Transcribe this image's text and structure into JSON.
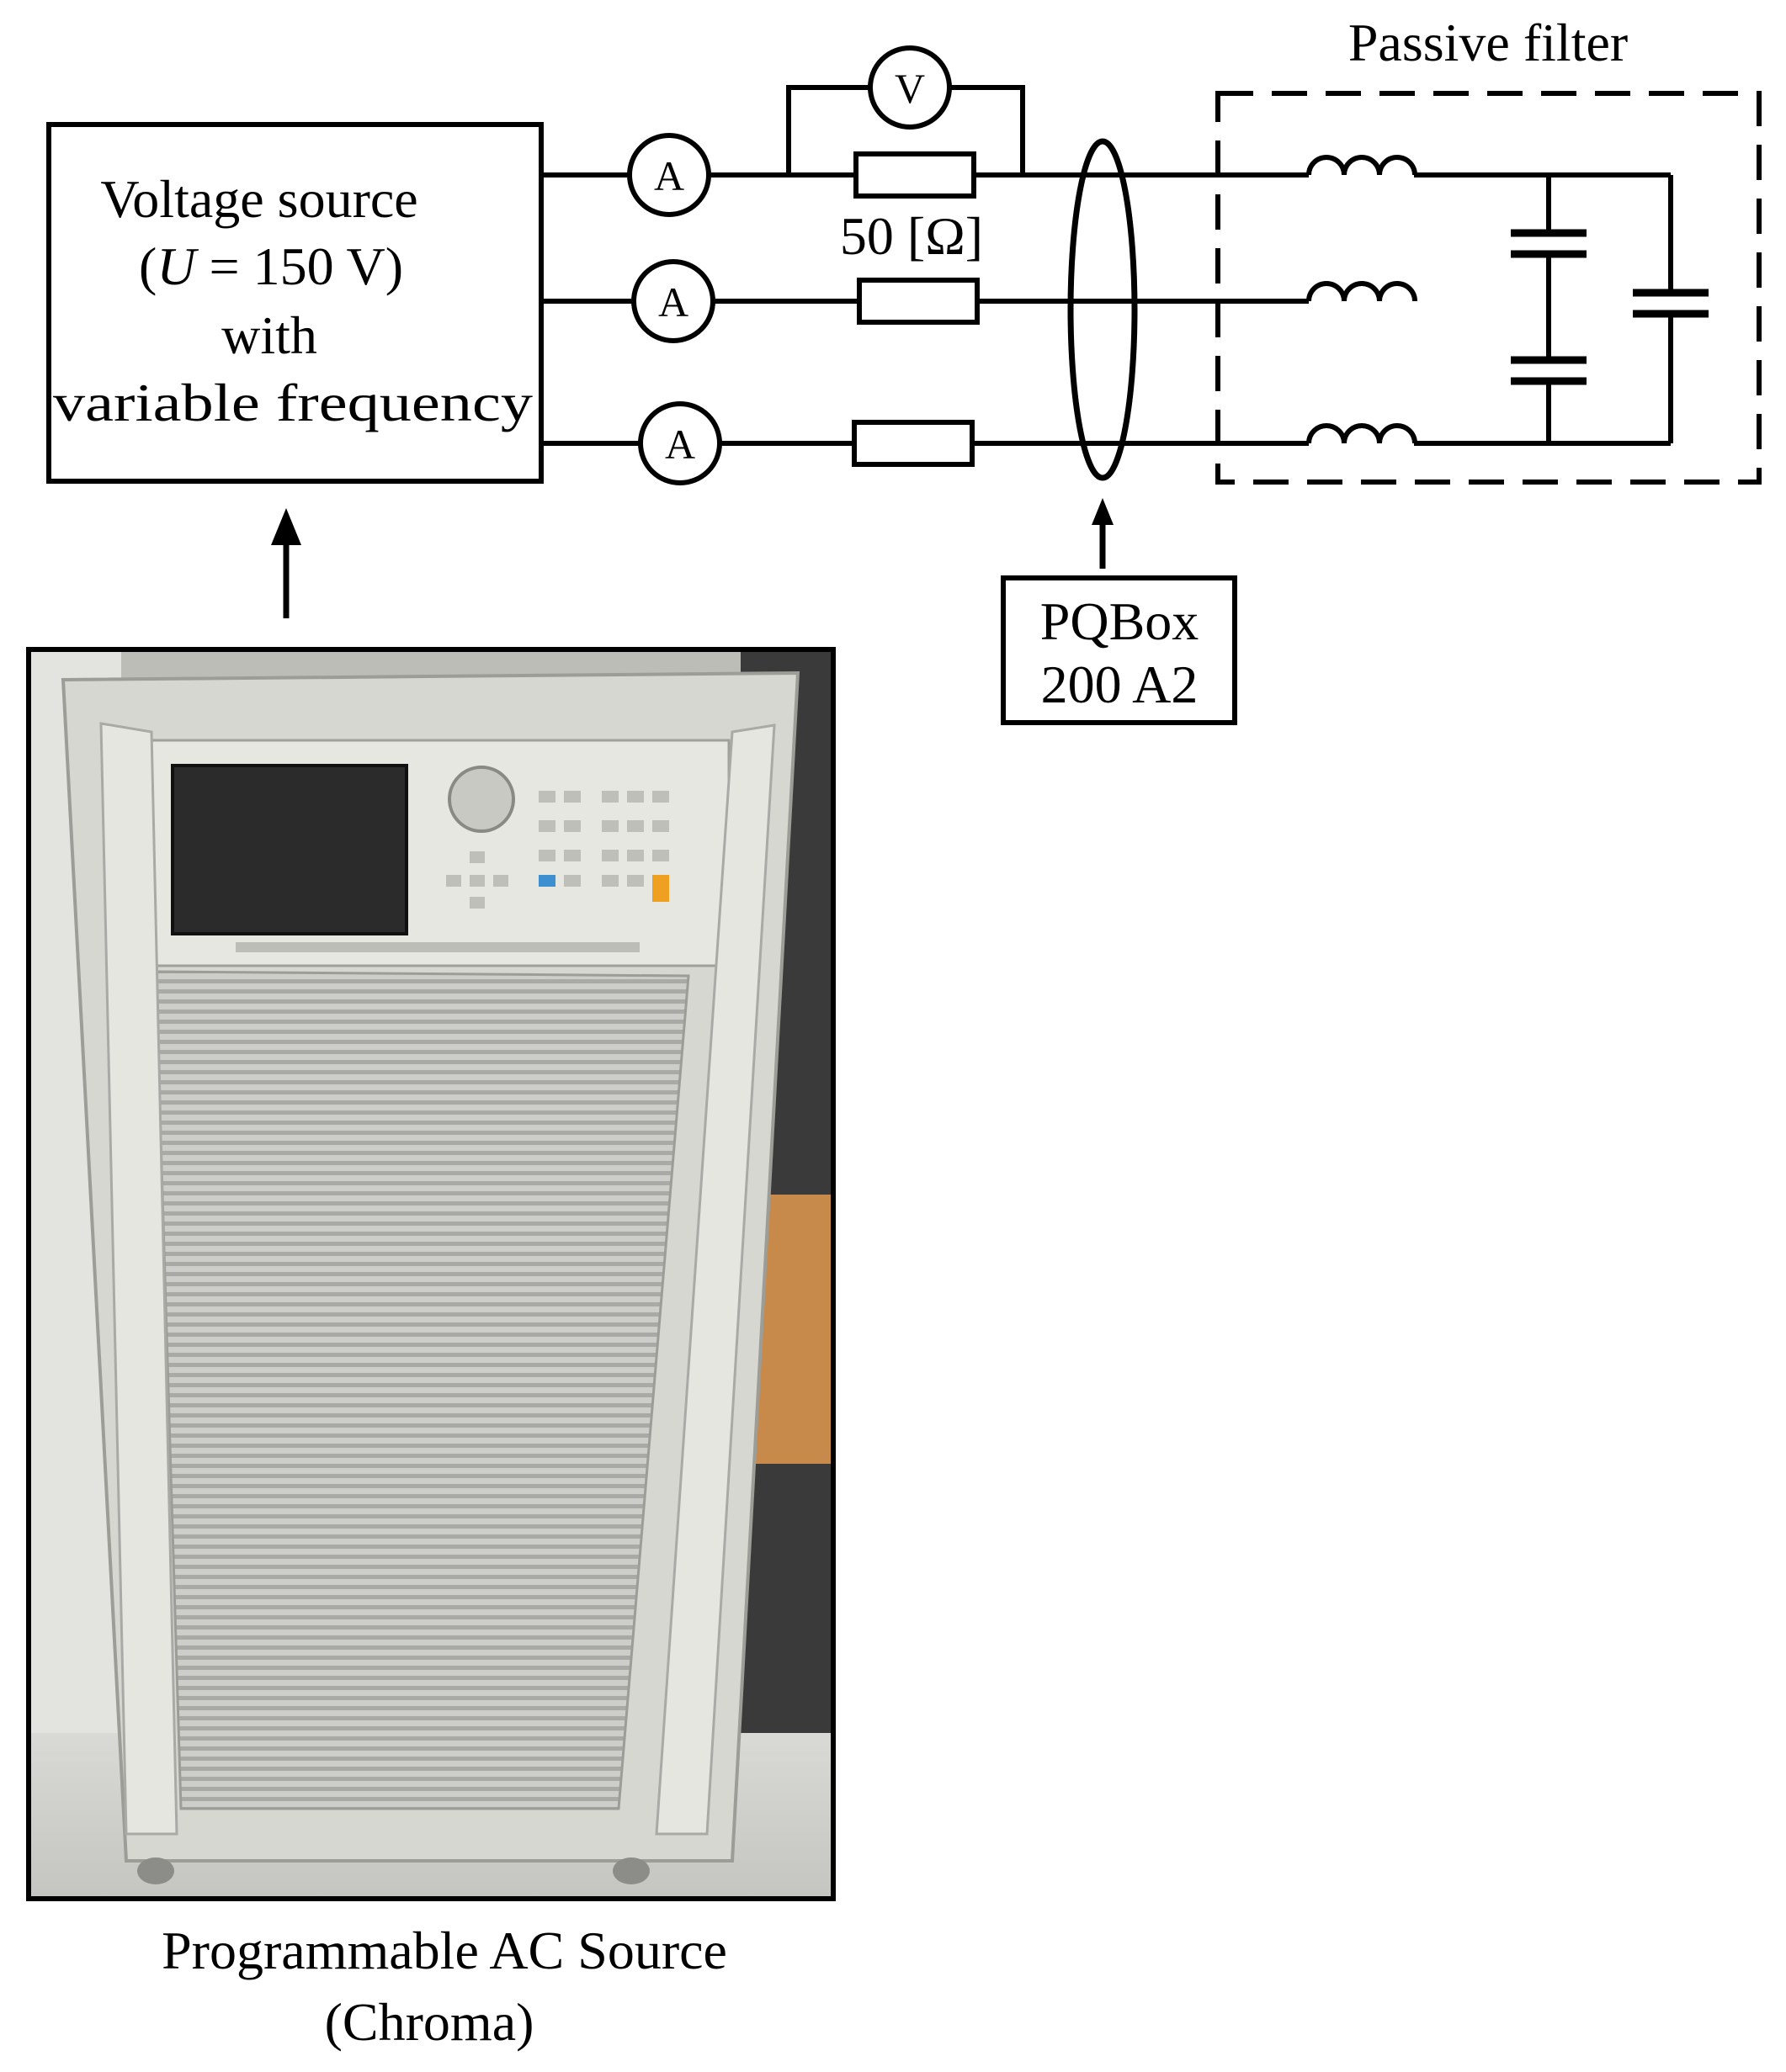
{
  "source": {
    "line1": "Voltage source",
    "line2_open": "(",
    "line2_var": "U",
    "line2_rest": " = 150 V)",
    "line3": "with",
    "line4": "variable frequency"
  },
  "meters": {
    "ammeter_symbol": "A",
    "voltmeter_symbol": "V"
  },
  "resistor_label": "50 [Ω]",
  "filter_label": "Passive filter",
  "analyzer": {
    "line1": "PQBox",
    "line2": "200 A2"
  },
  "photo_caption": {
    "line1": "Programmable AC Source",
    "line2": "(Chroma)"
  },
  "colors": {
    "line": "#000000",
    "cabinet": "#d7d7d2",
    "cabinet_shadow": "#9d9d98",
    "floor": "#cfcfcc",
    "wood": "#c88a4a",
    "screen": "#2b2b2b",
    "key_blue": "#3d8fd0",
    "key_orange": "#f0a020"
  }
}
